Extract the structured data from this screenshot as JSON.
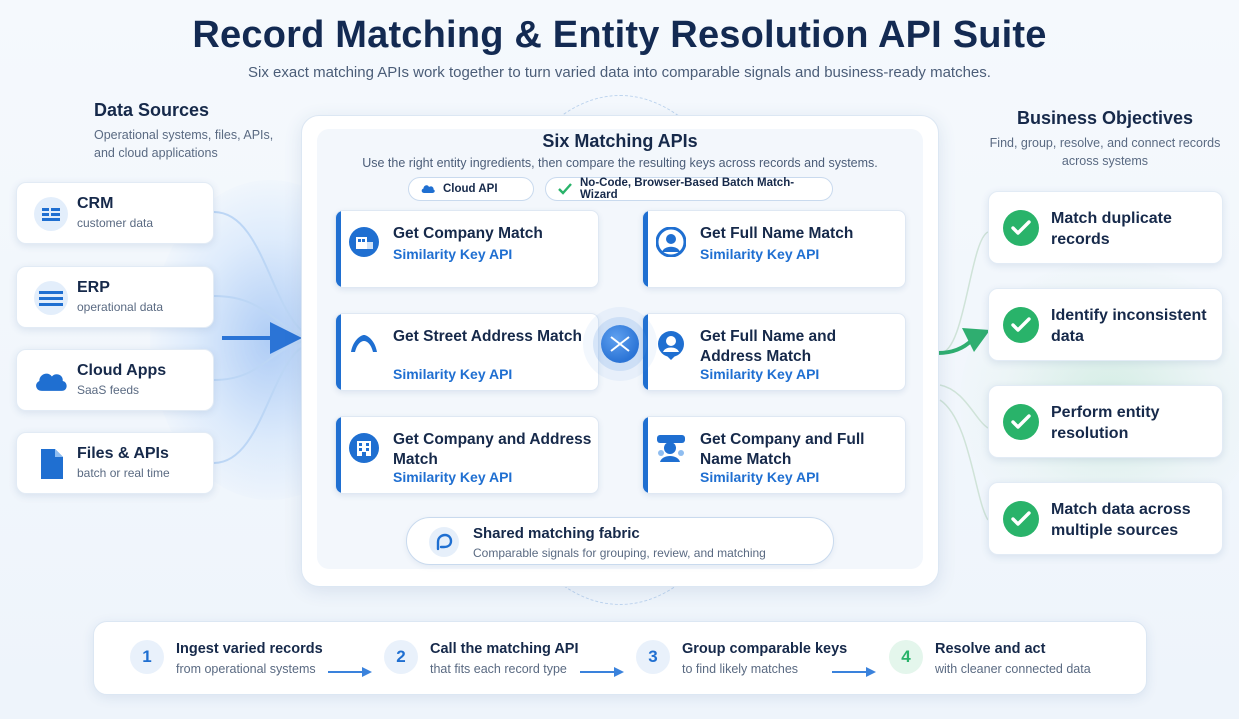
{
  "header": {
    "title": "Record Matching & Entity Resolution API Suite",
    "subtitle": "Six exact matching APIs work together to turn varied data into comparable signals and business-ready matches."
  },
  "data_sources": {
    "heading": "Data Sources",
    "description": "Operational systems, files, APIs, and cloud applications",
    "items": [
      {
        "name": "CRM",
        "sub": "customer data",
        "icon": "list-icon"
      },
      {
        "name": "ERP",
        "sub": "operational data",
        "icon": "server-icon"
      },
      {
        "name": "Cloud Apps",
        "sub": "SaaS feeds",
        "icon": "cloud-icon"
      },
      {
        "name": "Files & APIs",
        "sub": "batch or real time",
        "icon": "file-icon"
      }
    ]
  },
  "apis": {
    "heading": "Six Matching APIs",
    "subheading": "Use the right entity ingredients, then compare the resulting keys across records and systems.",
    "pills": [
      {
        "label": "Cloud API",
        "icon": "cloud-icon"
      },
      {
        "label": "No-Code, Browser-Based Batch Match-Wizard",
        "icon": "check-icon"
      }
    ],
    "cards": [
      {
        "name": "Get Company Match",
        "key": "Similarity Key API",
        "icon": "building-icon"
      },
      {
        "name": "Get Full Name Match",
        "key": "Similarity Key API",
        "icon": "person-icon"
      },
      {
        "name": "Get Street Address Match",
        "key": "Similarity Key API",
        "icon": "house-icon"
      },
      {
        "name": "Get Full Name and Address Match",
        "key": "Similarity Key API",
        "icon": "person-pin-icon"
      },
      {
        "name": "Get Company and Address Match",
        "key": "Similarity Key API",
        "icon": "office-icon"
      },
      {
        "name": "Get Company and Full Name Match",
        "key": "Similarity Key API",
        "icon": "person-company-icon"
      }
    ],
    "fabric": {
      "title": "Shared matching fabric",
      "sub": "Comparable signals for grouping, review, and matching"
    }
  },
  "objectives": {
    "heading": "Business Objectives",
    "description": "Find, group, resolve, and connect records across systems",
    "items": [
      {
        "label": "Match duplicate records"
      },
      {
        "label": "Identify inconsistent data"
      },
      {
        "label": "Perform entity resolution"
      },
      {
        "label": "Match data across multiple sources"
      }
    ]
  },
  "steps": [
    {
      "num": "1",
      "title": "Ingest varied records",
      "sub": "from operational systems"
    },
    {
      "num": "2",
      "title": "Call the matching API",
      "sub": "that fits each record type"
    },
    {
      "num": "3",
      "title": "Group comparable keys",
      "sub": "to find likely matches"
    },
    {
      "num": "4",
      "title": "Resolve and act",
      "sub": "with cleaner connected data"
    }
  ],
  "colors": {
    "primary": "#1f6fd1",
    "dark_text": "#16294a",
    "success": "#29b36a"
  }
}
